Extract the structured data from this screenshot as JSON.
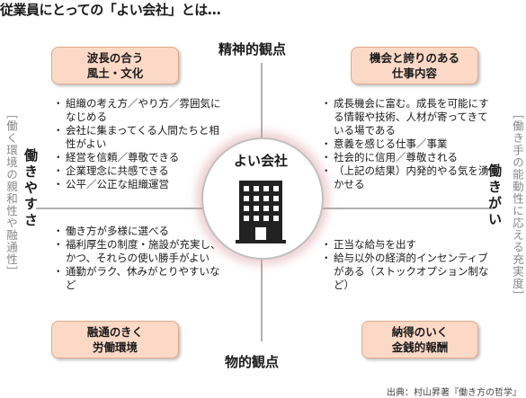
{
  "title": "従業員にとっての「よい会社」とは…",
  "axes": {
    "top": "精神的観点",
    "bottom": "物的観点"
  },
  "center": {
    "label": "よい会社",
    "icon": "building-icon"
  },
  "boxes": {
    "top_left": [
      "波長の合う",
      "風土・文化"
    ],
    "top_right": [
      "機会と誇りのある",
      "仕事内容"
    ],
    "bottom_left": [
      "融通のきく",
      "労働環境"
    ],
    "bottom_right": [
      "納得のいく",
      "金銭的報酬"
    ]
  },
  "lists": {
    "top_left": [
      "組織の考え方／やり方／雰囲気になじめる",
      "会社に集まってくる人間たちと相性がよい",
      "経営を信頼／尊敬できる",
      "企業理念に共感できる",
      "公平／公正な組織運営"
    ],
    "top_right": [
      "成長機会に富む。成長を可能にする情報や技術、人材が寄ってきている場である",
      "意義を感じる仕事／事業",
      "社会的に信用／尊敬される",
      "（上記の結果）内発的やる気を湧かせる"
    ],
    "bottom_left": [
      "働き方が多様に選べる",
      "福利厚生の制度・施設が充実し、かつ、それらの使い勝手がよい",
      "通勤がラク、休みがとりやすいなど"
    ],
    "bottom_right": [
      "正当な給与を出す",
      "給与以外の経済的インセンティブがある（ストックオプション制など）"
    ]
  },
  "sides": {
    "left_big": "働きやすさ",
    "left_bracket": "［働く環境の親和性や融通性］",
    "right_big": "働きがい",
    "right_bracket": "［働き手の能動性に応える充実度］"
  },
  "source": "出典：村山昇著『働き方の哲学』",
  "colors": {
    "box_fill": "#fcd9c6",
    "box_border": "#e0a98a",
    "axis": "#b0b0b0",
    "bracket_text": "#888888",
    "circle_glow": "#dc96a0"
  }
}
